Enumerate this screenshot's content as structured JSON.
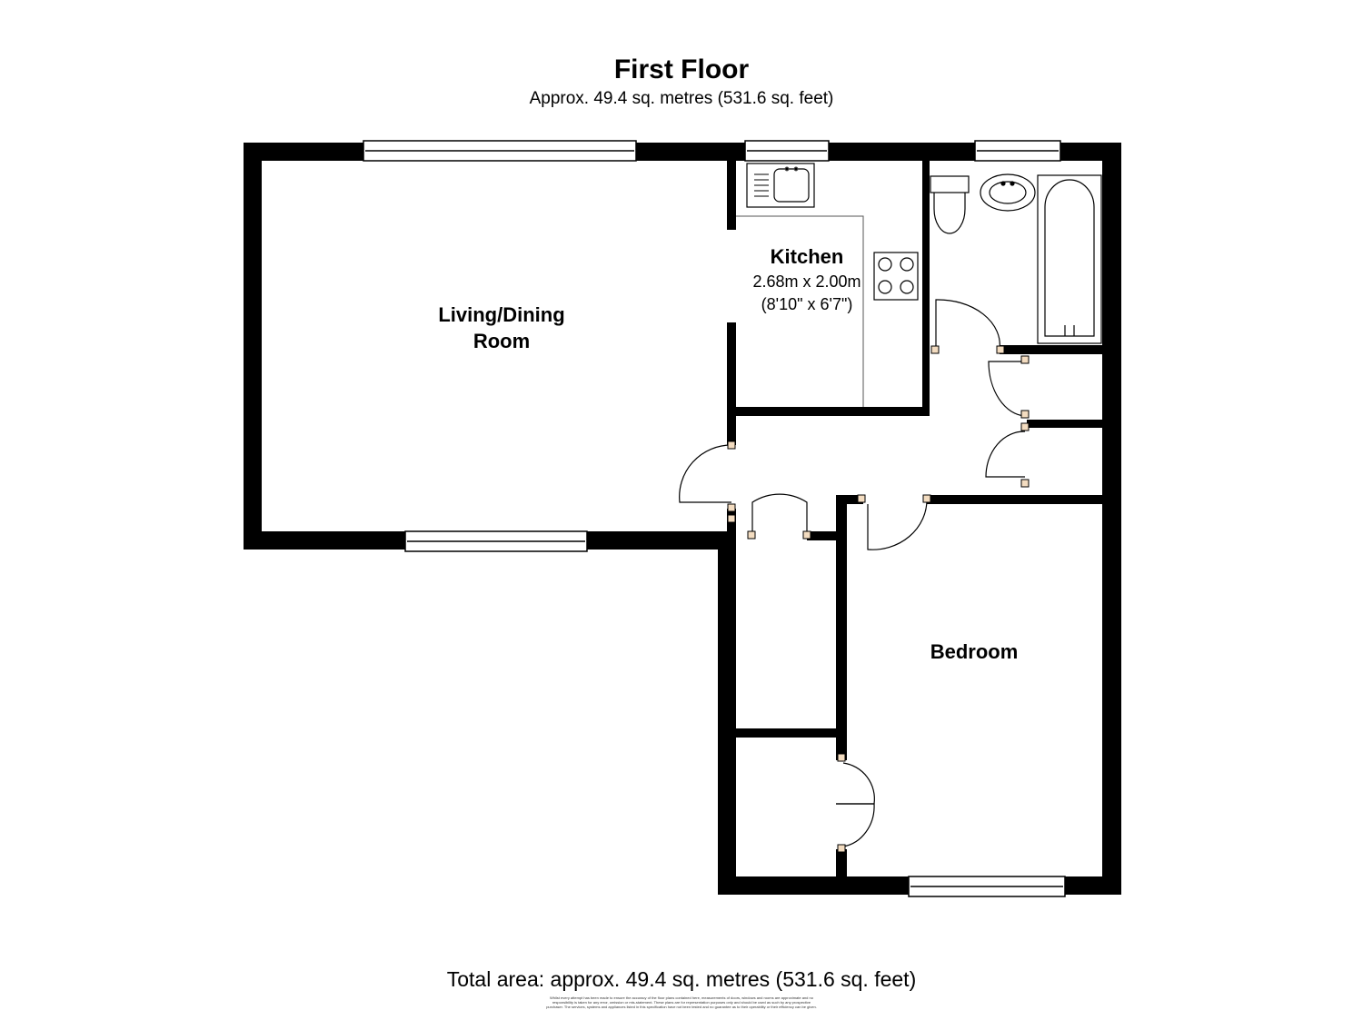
{
  "header": {
    "title": "First Floor",
    "subtitle": "Approx.  49.4 sq. metres (531.6 sq. feet)"
  },
  "rooms": {
    "living": {
      "label_line1": "Living/Dining",
      "label_line2": "Room"
    },
    "kitchen": {
      "label": "Kitchen",
      "dim_metric": "2.68m x 2.00m",
      "dim_imperial": "(8'10\" x 6'7\")"
    },
    "bedroom": {
      "label": "Bedroom"
    }
  },
  "footer": {
    "total": "Total area: approx.  49.4 sq. metres (531.6 sq. feet)",
    "disclaimer": "Whilst every attempt has been made to ensure the accuracy of the floor plans contained here, measurements of doors, windows and rooms are approximate and no responsibility is taken for any error, omission or mis-statement. These plans are for representation purposes only and should be used as such by any prospective purchaser. The services, systems and appliances listed in this specification have not been tested and no guarantee as to their operability or their efficiency can be given."
  },
  "colors": {
    "wall": "#000000",
    "door_hinge": "#f3dcc0",
    "background": "#ffffff"
  }
}
